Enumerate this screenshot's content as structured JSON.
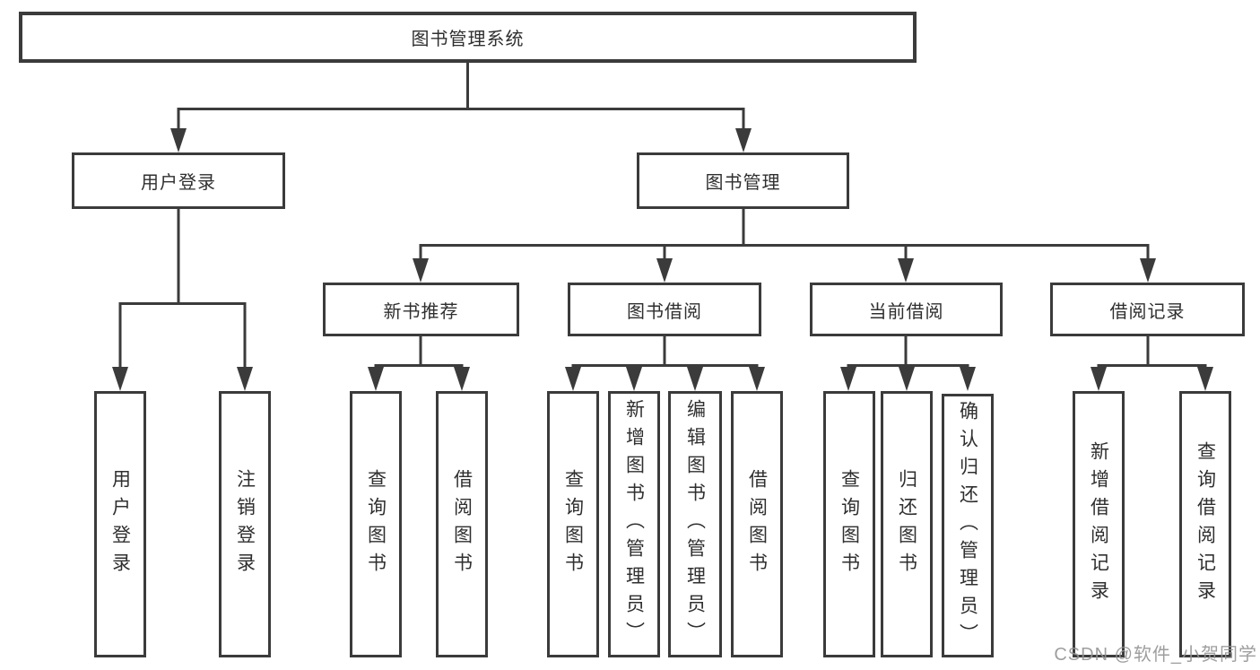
{
  "diagram_title": "图书管理系统",
  "watermark": {
    "text": "CSDN @软件_小贺同学"
  },
  "colors": {
    "line": "#3b3b3b",
    "box_border": "#3b3b3b",
    "box_fill": "#ffffff",
    "text": "#2f2f2f",
    "watermark_text": "#949494"
  },
  "nodes": {
    "root": {
      "label": "图书管理系统"
    },
    "user_login": {
      "label": "用户登录"
    },
    "book_mgmt": {
      "label": "图书管理"
    },
    "new_book_rec": {
      "label": "新书推荐"
    },
    "book_borrow": {
      "label": "图书借阅"
    },
    "current_borrow": {
      "label": "当前借阅"
    },
    "borrow_record": {
      "label": "借阅记录"
    },
    "login_leaf": {
      "label": "用户登录"
    },
    "logout_leaf": {
      "label": "注销登录"
    },
    "rec_query_book": {
      "label": "查询图书"
    },
    "rec_borrow_book": {
      "label": "借阅图书"
    },
    "bb_query_book": {
      "label": "查询图书"
    },
    "bb_add_book": {
      "label": "新增图书（管理员）"
    },
    "bb_edit_book": {
      "label": "编辑图书（管理员）"
    },
    "bb_borrow_book": {
      "label": "借阅图书"
    },
    "cb_query_book": {
      "label": "查询图书"
    },
    "cb_return_book": {
      "label": "归还图书"
    },
    "cb_confirm_return": {
      "label": "确认归还（管理员）"
    },
    "br_add_record": {
      "label": "新增借阅记录"
    },
    "br_query_record": {
      "label": "查询借阅记录"
    }
  },
  "hierarchy": {
    "label": "图书管理系统",
    "children": [
      {
        "label": "用户登录",
        "children": [
          "用户登录",
          "注销登录"
        ]
      },
      {
        "label": "图书管理",
        "children": [
          {
            "label": "新书推荐",
            "children": [
              "查询图书",
              "借阅图书"
            ]
          },
          {
            "label": "图书借阅",
            "children": [
              "查询图书",
              "新增图书（管理员）",
              "编辑图书（管理员）",
              "借阅图书"
            ]
          },
          {
            "label": "当前借阅",
            "children": [
              "查询图书",
              "归还图书",
              "确认归还（管理员）"
            ]
          },
          {
            "label": "借阅记录",
            "children": [
              "新增借阅记录",
              "查询借阅记录"
            ]
          }
        ]
      }
    ]
  }
}
